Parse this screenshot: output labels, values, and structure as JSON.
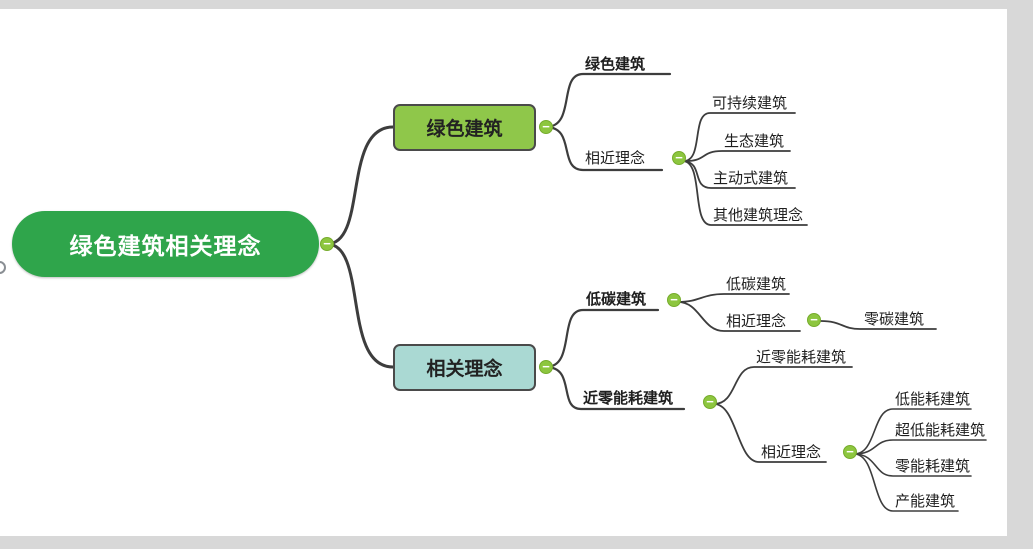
{
  "icons": {
    "collapse_glyph": "−"
  },
  "colors": {
    "root_fill": "#2fa54b",
    "branch_green_fill": "#8fc74a",
    "branch_teal_fill": "#aad9d3",
    "badge_fill": "#8dc63f",
    "line": "#3d3d3d",
    "frame": "#d8d8d8"
  },
  "mindmap": {
    "root": {
      "label": "绿色建筑相关理念"
    },
    "branches": [
      {
        "label": "绿色建筑",
        "children": [
          {
            "label": "绿色建筑"
          },
          {
            "label": "相近理念",
            "children": [
              {
                "label": "可持续建筑"
              },
              {
                "label": "生态建筑"
              },
              {
                "label": "主动式建筑"
              },
              {
                "label": "其他建筑理念"
              }
            ]
          }
        ]
      },
      {
        "label": "相关理念",
        "children": [
          {
            "label": "低碳建筑",
            "children": [
              {
                "label": "低碳建筑"
              },
              {
                "label": "相近理念",
                "children": [
                  {
                    "label": "零碳建筑"
                  }
                ]
              }
            ]
          },
          {
            "label": "近零能耗建筑",
            "children": [
              {
                "label": "近零能耗建筑"
              },
              {
                "label": "相近理念",
                "children": [
                  {
                    "label": "低能耗建筑"
                  },
                  {
                    "label": "超低能耗建筑"
                  },
                  {
                    "label": "零能耗建筑"
                  },
                  {
                    "label": "产能建筑"
                  }
                ]
              }
            ]
          }
        ]
      }
    ]
  }
}
